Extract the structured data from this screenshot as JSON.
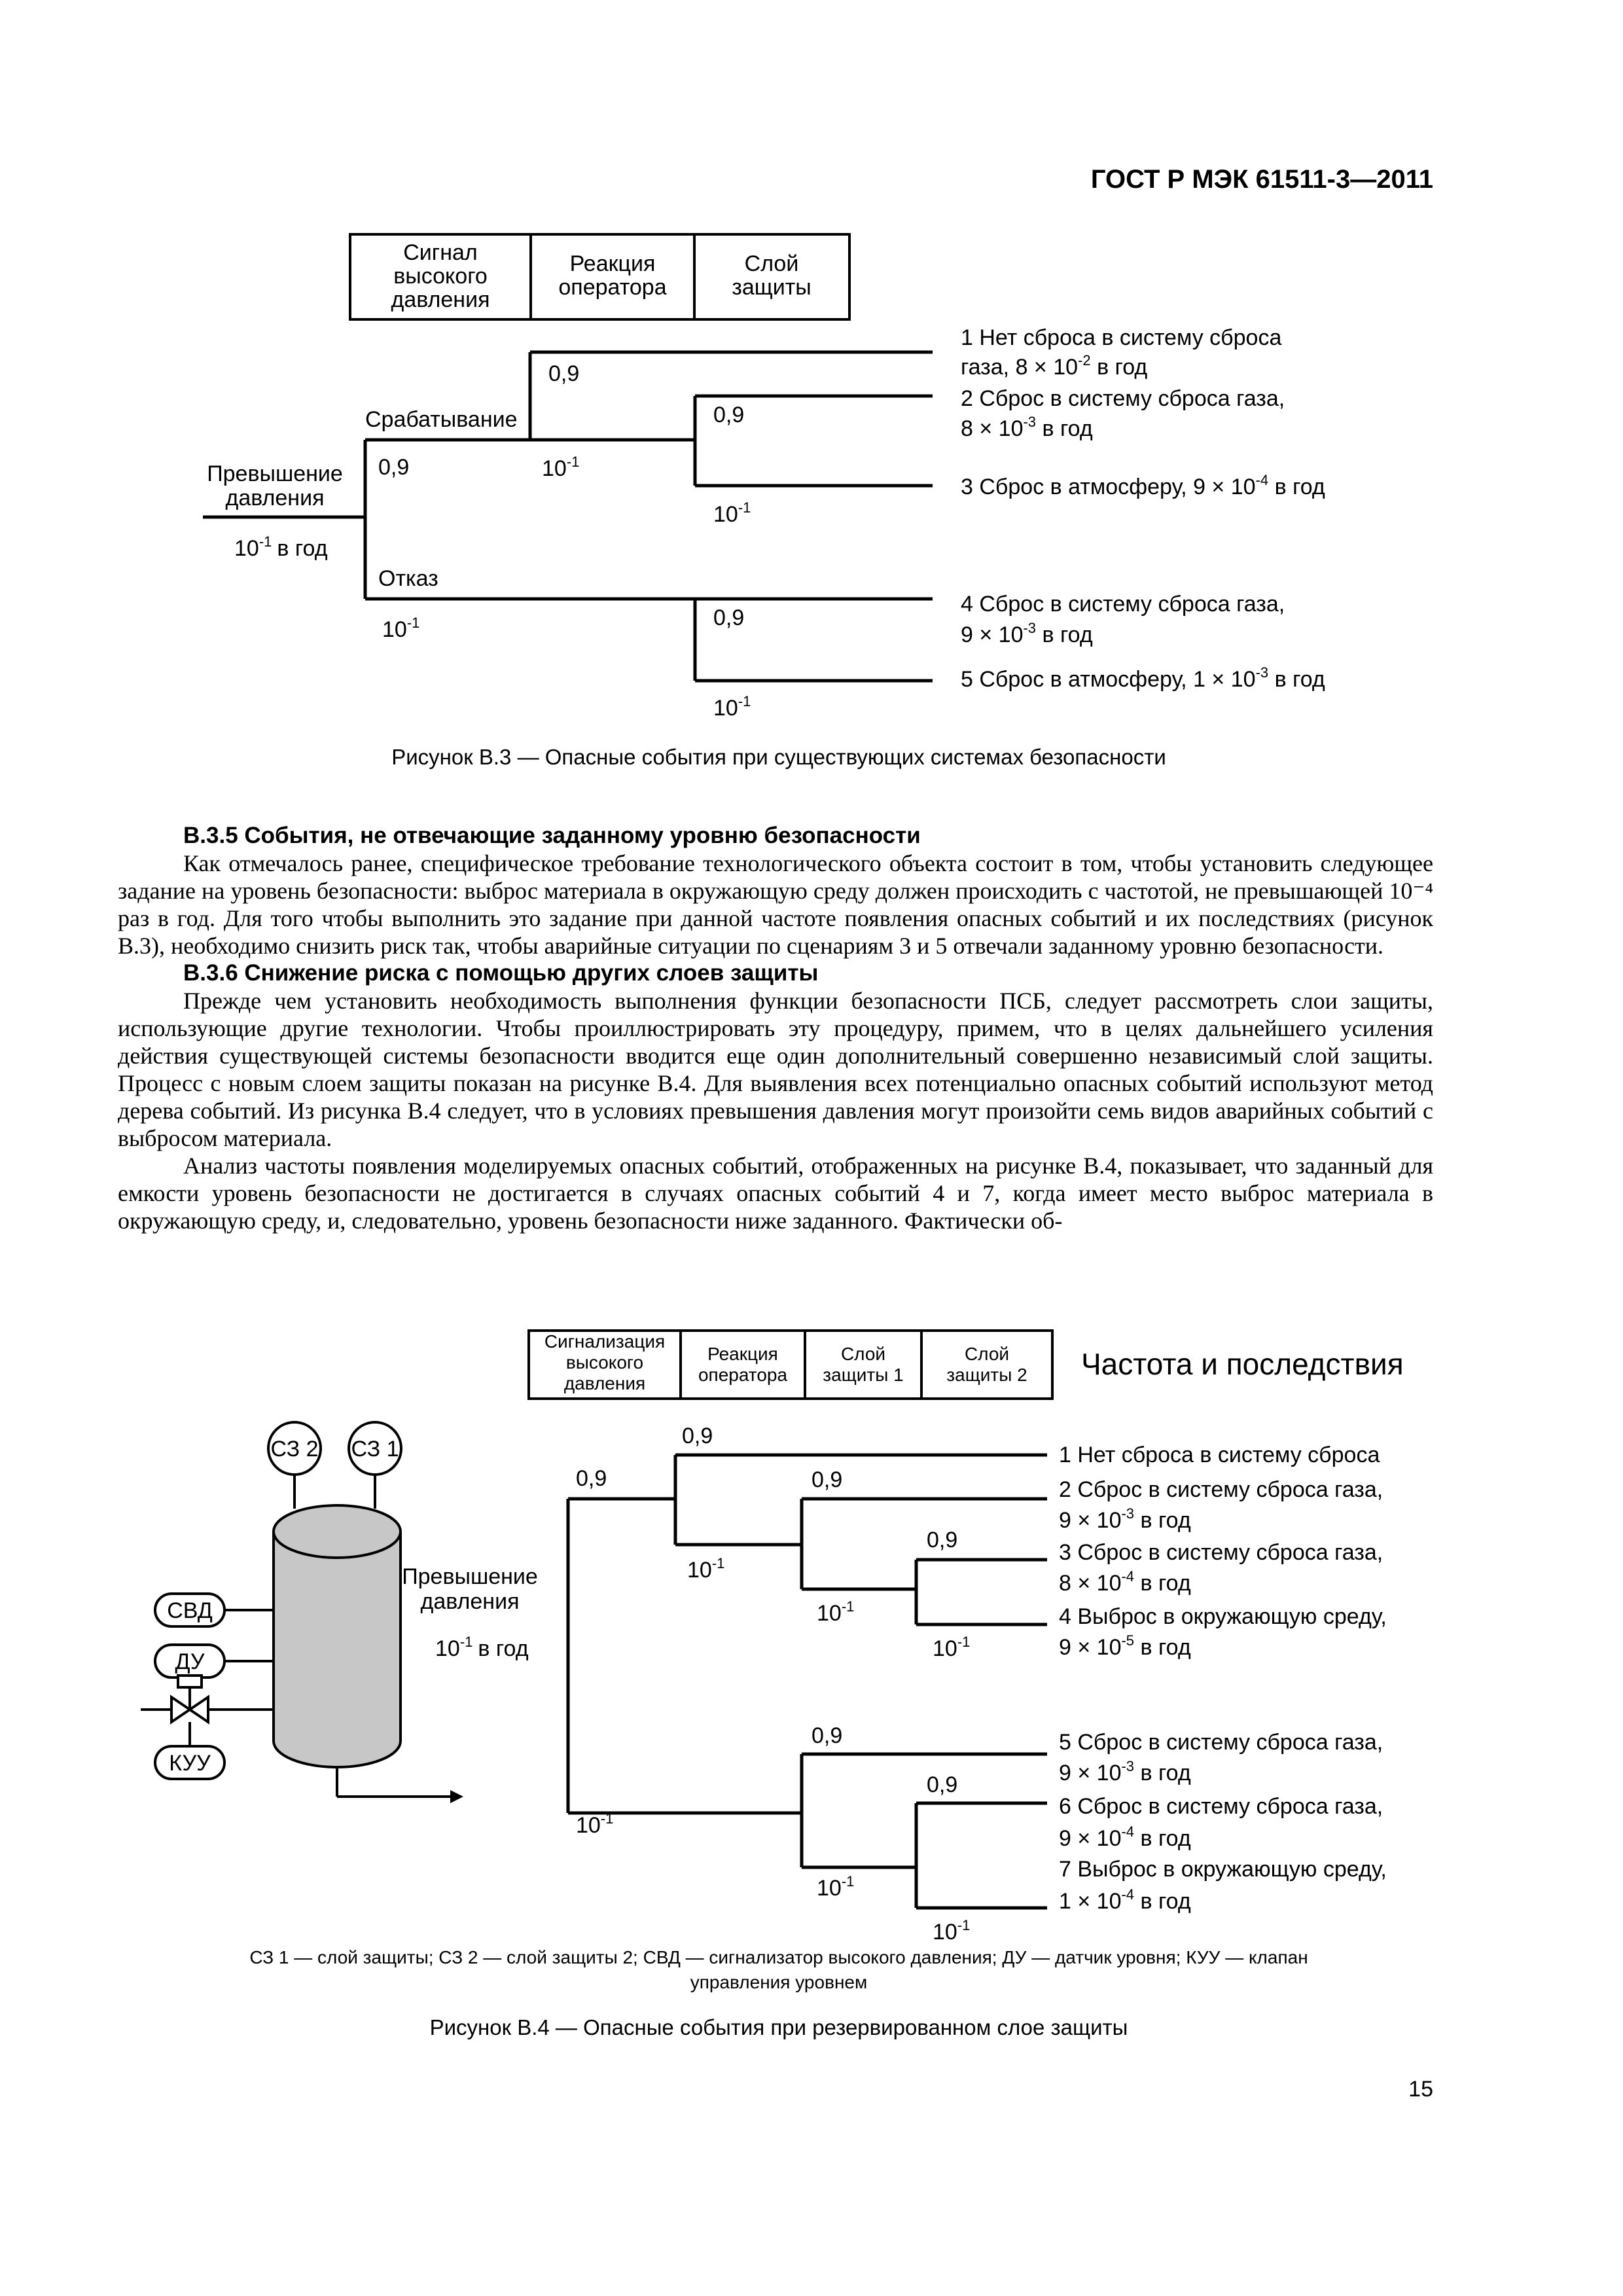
{
  "doc_code": "ГОСТ Р МЭК 61511-3—2011",
  "fig3": {
    "col1": [
      "Сигнал",
      "высокого",
      "давления"
    ],
    "col2": [
      "Реакция",
      "оператора"
    ],
    "col3": [
      "Слой",
      "защиты"
    ],
    "root_label": [
      "Превышение",
      "давления"
    ],
    "root_freq_base": "10",
    "root_freq_exp": "-1",
    "root_freq_unit": "в год",
    "work": "Срабатывание",
    "fail": "Отказ",
    "p09": "0,9",
    "p_base": "10",
    "p_exp": "-1",
    "outcomes": [
      {
        "line1": "1 Нет сброса в систему сброса",
        "line2_pre": "газа, 8 × 10",
        "exp": "-2",
        "line2_post": " в год"
      },
      {
        "line1": "2 Сброс в систему сброса газа,",
        "line2_pre": "8 × 10",
        "exp": "-3",
        "line2_post": " в год"
      },
      {
        "line1_pre": "3 Сброс в атмосферу, 9 × 10",
        "exp": "-4",
        "line1_post": " в год"
      },
      {
        "line1": "4 Сброс в систему сброса газа,",
        "line2_pre": "9 × 10",
        "exp": "-3",
        "line2_post": " в год"
      },
      {
        "line1_pre": "5 Сброс в атмосферу, 1 × 10",
        "exp": "-3",
        "line1_post": " в год"
      }
    ],
    "caption": "Рисунок  В.3 — Опасные события при существующих системах безопасности"
  },
  "text": {
    "s1_title": "В.3.5  События, не отвечающие заданному уровню безопасности",
    "s1_p1": "Как отмечалось ранее, специфическое требование технологического объекта состоит в том, чтобы установить следующее задание на уровень безопасности: выброс материала в окружающую среду должен происходить с частотой, не превышающей 10⁻⁴ раз в год. Для того чтобы выполнить это задание при данной частоте появления опасных событий и их последствиях (рисунок В.3), необходимо снизить риск так, чтобы аварийные ситуации по сценариям 3 и 5 отвечали заданному уровню безопасности.",
    "s2_title": "В.3.6  Снижение риска с помощью других слоев защиты",
    "s2_p1": "Прежде чем установить необходимость выполнения функции безопасности ПСБ, следует рассмотреть слои защиты, использующие другие технологии. Чтобы проиллюстрировать эту процедуру, примем, что в целях дальнейшего усиления действия существующей системы безопасности вводится еще один дополнительный совершенно независимый слой защиты. Процесс с новым слоем защиты показан на рисунке В.4. Для выявления всех потенциально опасных событий используют метод дерева событий. Из рисунка В.4 следует, что в условиях превышения давления могут произойти семь видов аварийных событий с выбросом материала.",
    "s2_p2": "Анализ частоты появления моделируемых опасных событий, отображенных на рисунке В.4, показывает, что заданный для емкости уровень безопасности не достигается в случаях опасных событий 4 и 7, когда имеет место выброс материала в окружающую среду, и, следовательно, уровень безопасности ниже заданного. Фактически об-"
  },
  "fig4": {
    "col1": [
      "Сигнализация",
      "высокого",
      "давления"
    ],
    "col2": [
      "Реакция",
      "оператора"
    ],
    "col3": [
      "Слой",
      "защиты 1"
    ],
    "col4": [
      "Слой",
      "защиты 2"
    ],
    "heading": "Частота и последствия",
    "sz2": "СЗ 2",
    "sz1": "СЗ 1",
    "svd": "СВД",
    "du": "ДУ",
    "kuu": "КУУ",
    "root_label": [
      "Превышение",
      "давления"
    ],
    "root_freq_base": "10",
    "root_freq_exp": "-1",
    "root_freq_unit": "в год",
    "p09": "0,9",
    "p_base": "10",
    "p_exp": "-1",
    "outcomes": [
      {
        "line1": "1 Нет сброса в систему сброса"
      },
      {
        "line1": "2 Сброс в систему сброса газа,",
        "line2_pre": "9 × 10",
        "exp": "-3",
        "line2_post": " в год"
      },
      {
        "line1": "3 Сброс в систему сброса газа,",
        "line2_pre": "8 × 10",
        "exp": "-4",
        "line2_post": " в год"
      },
      {
        "line1": "4 Выброс в окружающую среду,",
        "line2_pre": "9 × 10",
        "exp": "-5",
        "line2_post": " в год"
      },
      {
        "line1": "5 Сброс в систему сброса газа,",
        "line2_pre": "9 × 10",
        "exp": "-3",
        "line2_post": " в год"
      },
      {
        "line1": "6 Сброс в систему сброса газа,",
        "line2_pre": "9 × 10",
        "exp": "-4",
        "line2_post": " в год"
      },
      {
        "line1": "7 Выброс в окружающую среду,",
        "line2_pre": "1 × 10",
        "exp": "-4",
        "line2_post": " в год"
      }
    ],
    "legend1": "СЗ 1 — слой защиты; СЗ 2 — слой защиты 2; СВД — сигнализатор высокого давления; ДУ — датчик уровня; КУУ — клапан",
    "legend2": "управления уровнем",
    "caption": "Рисунок  В.4 — Опасные события при резервированном слое защиты"
  },
  "page_number": "15"
}
